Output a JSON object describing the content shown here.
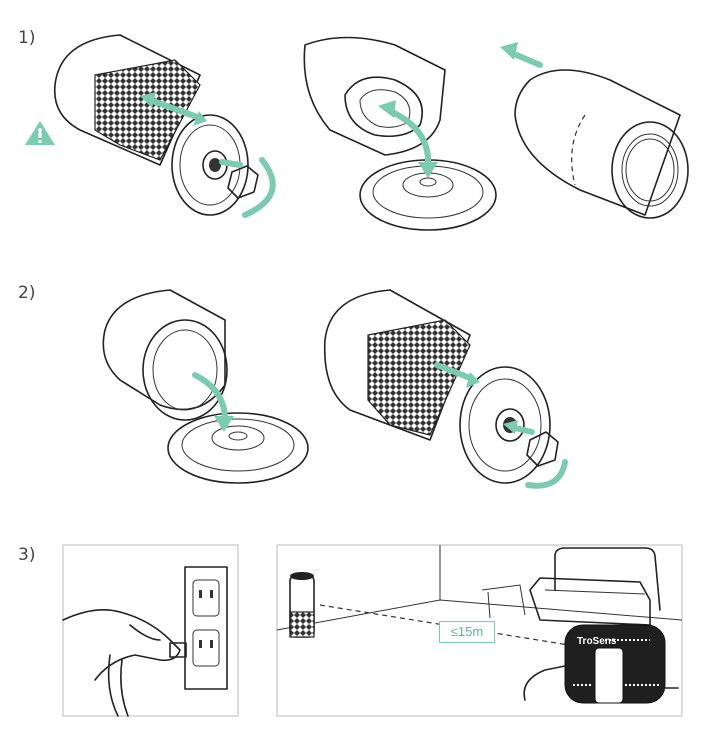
{
  "steps": [
    {
      "label": "1)"
    },
    {
      "label": "2)"
    },
    {
      "label": "3)"
    }
  ],
  "distance_label": "≤15m",
  "device_brand": "TroSens",
  "colors": {
    "accent": "#7ccbb0",
    "line": "#222222",
    "frame": "#bbbbbb"
  },
  "icons": [
    "warning-icon"
  ]
}
